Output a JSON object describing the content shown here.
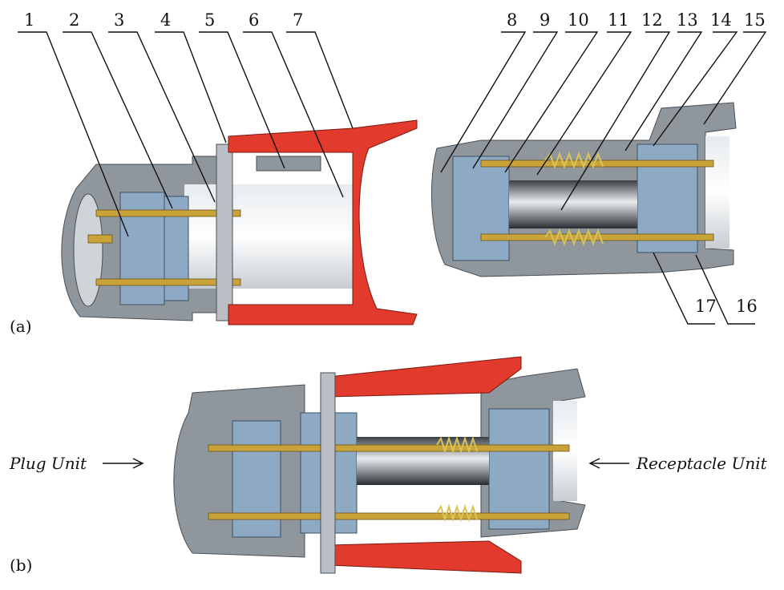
{
  "callouts": [
    "1",
    "2",
    "3",
    "4",
    "5",
    "6",
    "7",
    "8",
    "9",
    "10",
    "11",
    "12",
    "13",
    "14",
    "15",
    "16",
    "17"
  ],
  "panel_a_label": "(a)",
  "panel_b_label": "(b)",
  "plug_label": "Plug Unit",
  "receptacle_label": "Receptacle Unit",
  "colors": {
    "housing": "#8f969c",
    "sleeve": "#e23a2c",
    "insulator": "#8ea9c4",
    "contact": "#c9a33a"
  }
}
